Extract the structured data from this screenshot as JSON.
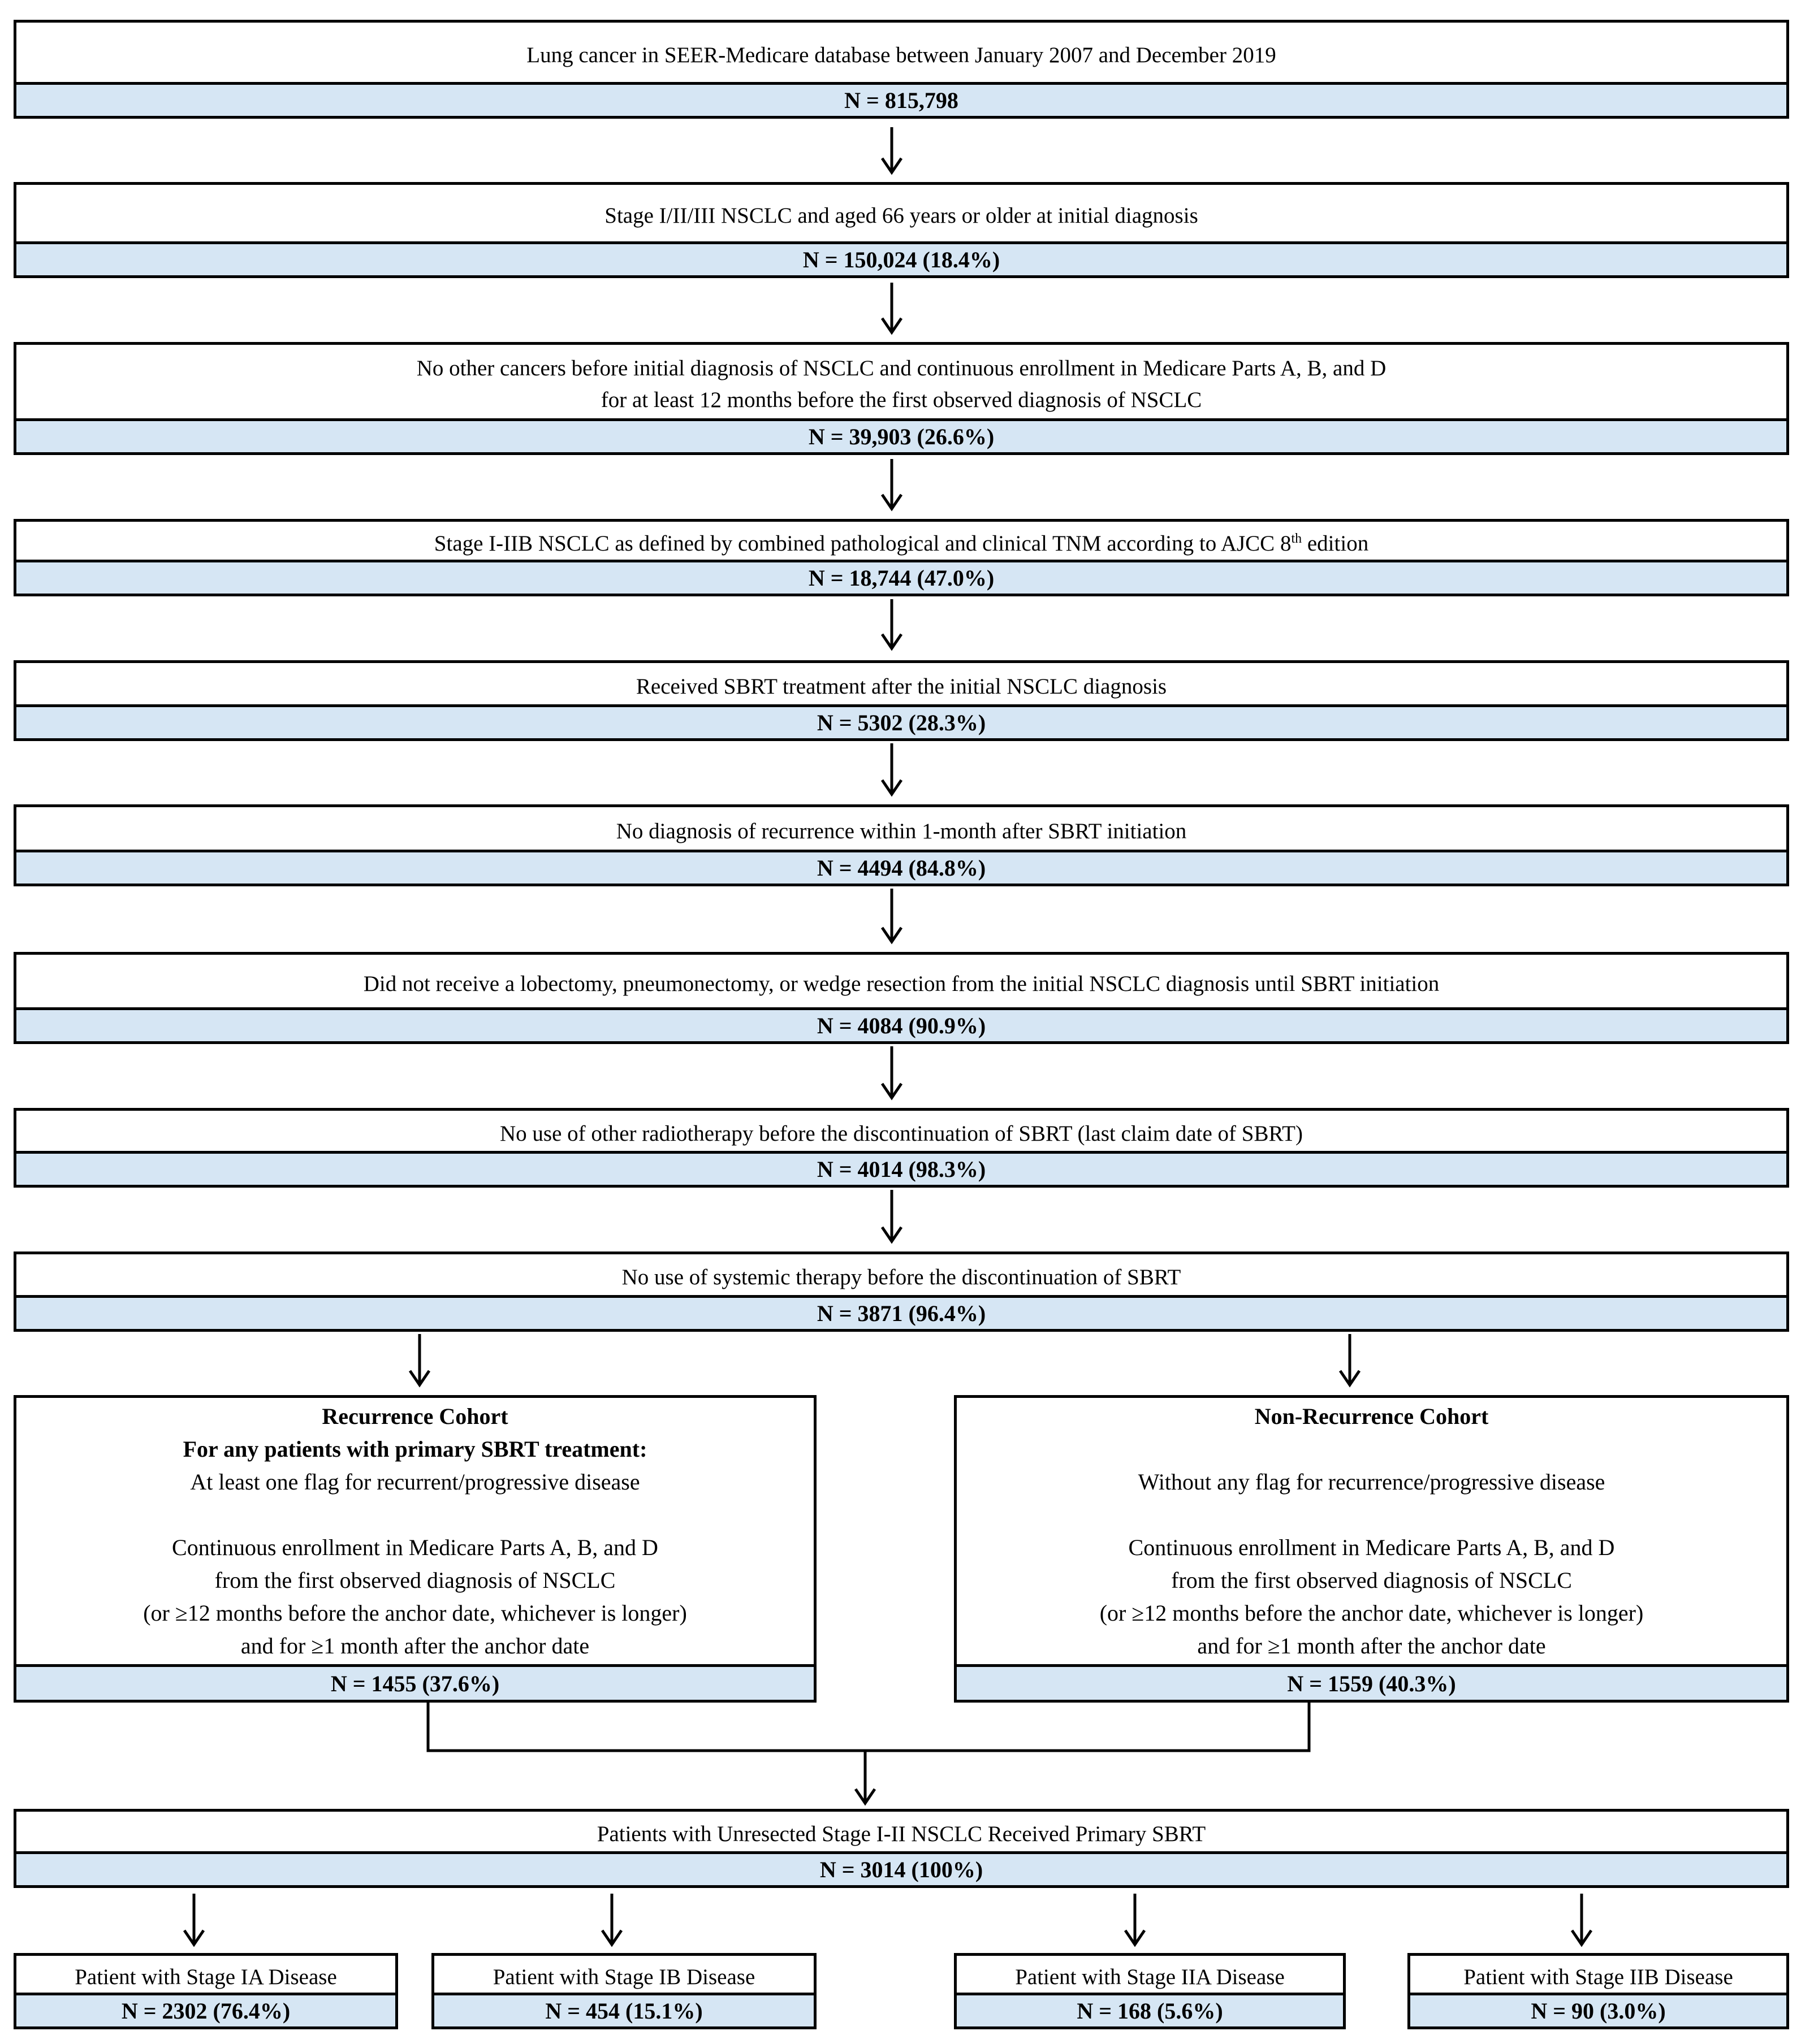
{
  "steps": [
    {
      "criterion": "Lung cancer in SEER-Medicare database between January 2007 and December 2019",
      "count": "N = 815,798"
    },
    {
      "criterion": "Stage I/II/III NSCLC and aged 66 years or older at initial diagnosis",
      "count": "N = 150,024 (18.4%)"
    },
    {
      "criterion_line1": "No other cancers before initial diagnosis of NSCLC and continuous enrollment in Medicare Parts A, B, and D",
      "criterion_line2": "for at least 12 months before the first observed diagnosis of NSCLC",
      "count": "N = 39,903 (26.6%)"
    },
    {
      "criterion_pre": "Stage I-IIB NSCLC as defined by combined pathological and clinical TNM according to AJCC 8",
      "criterion_sup": "th",
      "criterion_post": " edition",
      "count": "N = 18,744 (47.0%)"
    },
    {
      "criterion": "Received SBRT treatment after the initial NSCLC diagnosis",
      "count": "N = 5302 (28.3%)"
    },
    {
      "criterion": "No diagnosis of recurrence within 1-month after SBRT initiation",
      "count": "N = 4494 (84.8%)"
    },
    {
      "criterion": "Did not receive a lobectomy, pneumonectomy, or wedge resection from the initial NSCLC diagnosis until SBRT initiation",
      "count": "N = 4084 (90.9%)"
    },
    {
      "criterion": "No use of other radiotherapy before the discontinuation of SBRT (last claim date of SBRT)",
      "count": "N = 4014 (98.3%)"
    },
    {
      "criterion": "No use of systemic therapy before the discontinuation of SBRT",
      "count": "N = 3871 (96.4%)"
    }
  ],
  "recurrence": {
    "title": "Recurrence Cohort",
    "subtitle": "For any patients with primary SBRT treatment:",
    "line1": "At least one flag for recurrent/progressive disease",
    "line2": "Continuous enrollment in Medicare Parts A, B, and D",
    "line3": "from the first observed diagnosis of NSCLC",
    "line4": "(or ≥12 months before the anchor date, whichever is longer)",
    "line5": "and for ≥1 month after the anchor date",
    "count": "N =  1455 (37.6%)"
  },
  "nonrecurrence": {
    "title": "Non-Recurrence Cohort",
    "line1": "Without any flag for recurrence/progressive disease",
    "line2": "Continuous enrollment in Medicare Parts A, B, and D",
    "line3": "from the first observed diagnosis of NSCLC",
    "line4": "(or ≥12 months before the anchor date, whichever is longer)",
    "line5": "and for ≥1 month after the anchor date",
    "count": "N =  1559 (40.3%)"
  },
  "final": {
    "criterion": "Patients with Unresected Stage I-II NSCLC Received Primary SBRT",
    "count": "N = 3014 (100%)"
  },
  "stages": [
    {
      "label": "Patient with Stage IA Disease",
      "count": "N = 2302 (76.4%)"
    },
    {
      "label": "Patient with Stage IB Disease",
      "count": "N = 454 (15.1%)"
    },
    {
      "label": "Patient with Stage IIA Disease",
      "count": "N = 168 (5.6%)"
    },
    {
      "label": "Patient with Stage IIB Disease",
      "count": "N = 90 (3.0%)"
    }
  ],
  "colors": {
    "count_fill": "#d6e6f4",
    "border": "#000000"
  }
}
